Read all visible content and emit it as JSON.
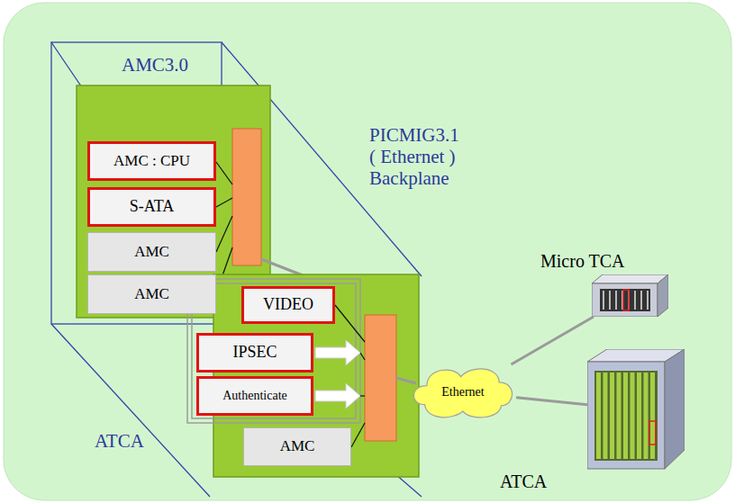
{
  "diagram": {
    "nodes": [
      {
        "text": [
          "AMC : CPU"
        ]
      },
      {
        "text": [
          "S-ATA"
        ]
      },
      {
        "text": [
          "AMC"
        ]
      },
      {
        "text": [
          "AMC"
        ]
      },
      {
        "text": [
          "VIDEO"
        ]
      },
      {
        "text": [
          "IPSEC"
        ]
      },
      {
        "text": [
          "Authenticate"
        ]
      },
      {
        "text": [
          "AMC"
        ]
      },
      {
        "text": [
          "Ethernet"
        ]
      },
      {
        "text": [
          "Micro TCA"
        ]
      },
      {
        "text": [
          "ATCA"
        ]
      }
    ],
    "edges": [
      {
        "from": 8,
        "to": 9,
        "arrow": "none"
      },
      {
        "from": 8,
        "to": 10,
        "arrow": "none"
      }
    ],
    "labels": [
      "AMC3.0",
      "PICMIG3.1 ( Ethernet ) Backplane",
      "ATCA"
    ]
  }
}
